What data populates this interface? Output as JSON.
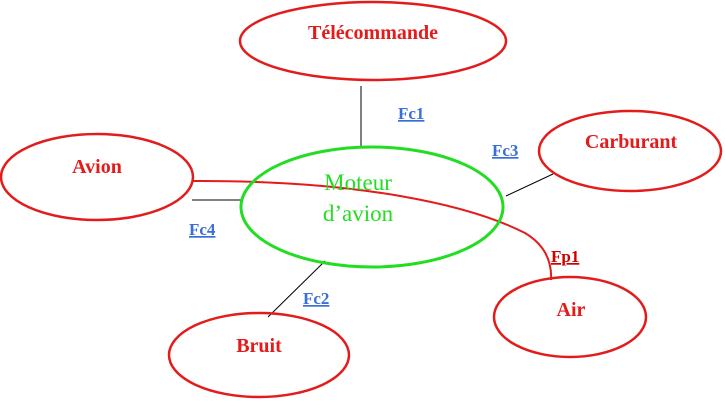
{
  "diagram": {
    "center": {
      "line1": "Moteur",
      "line2": "d’avion"
    },
    "nodes": {
      "telecommande": "Télécommande",
      "avion": "Avion",
      "carburant": "Carburant",
      "air": "Air",
      "bruit": "Bruit"
    },
    "functions": {
      "fc1": "Fc1",
      "fc2": "Fc2",
      "fc3": "Fc3",
      "fc4": "Fc4",
      "fp1": "Fp1"
    },
    "colors": {
      "external": "#e31b1b",
      "center": "#22dd22",
      "constraint_label": "#3a6fd8",
      "principal_label": "#cc0000",
      "connector": "#000000"
    }
  }
}
